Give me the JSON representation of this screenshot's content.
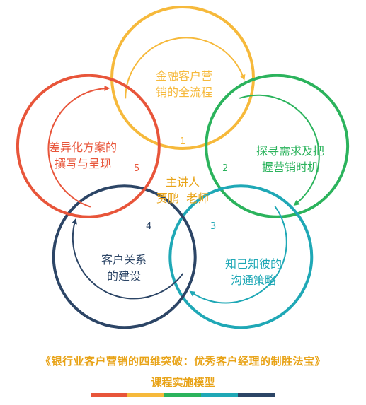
{
  "colors": {
    "top": "#f6b93b",
    "right": "#2bb35c",
    "bottom_right": "#1fa8b6",
    "bottom_left": "#2c4566",
    "left": "#e8553a",
    "center_text": "#e8a317"
  },
  "petals": [
    {
      "num": "1",
      "line1": "金融客户营",
      "line2": "销的全流程"
    },
    {
      "num": "2",
      "line1": "探寻需求及把",
      "line2": "握营销时机"
    },
    {
      "num": "3",
      "line1": "知己知彼的",
      "line2": "沟通策略"
    },
    {
      "num": "4",
      "line1": "客户关系",
      "line2": "的建设"
    },
    {
      "num": "5",
      "line1": "差异化方案的",
      "line2": "撰写与呈现"
    }
  ],
  "center": {
    "line1": "主讲人",
    "line2": "贾鹏  老师"
  },
  "footer": {
    "title": "《银行业客户营销的四维突破：优秀客户经理的制胜法宝》",
    "subtitle": "课程实施模型"
  }
}
